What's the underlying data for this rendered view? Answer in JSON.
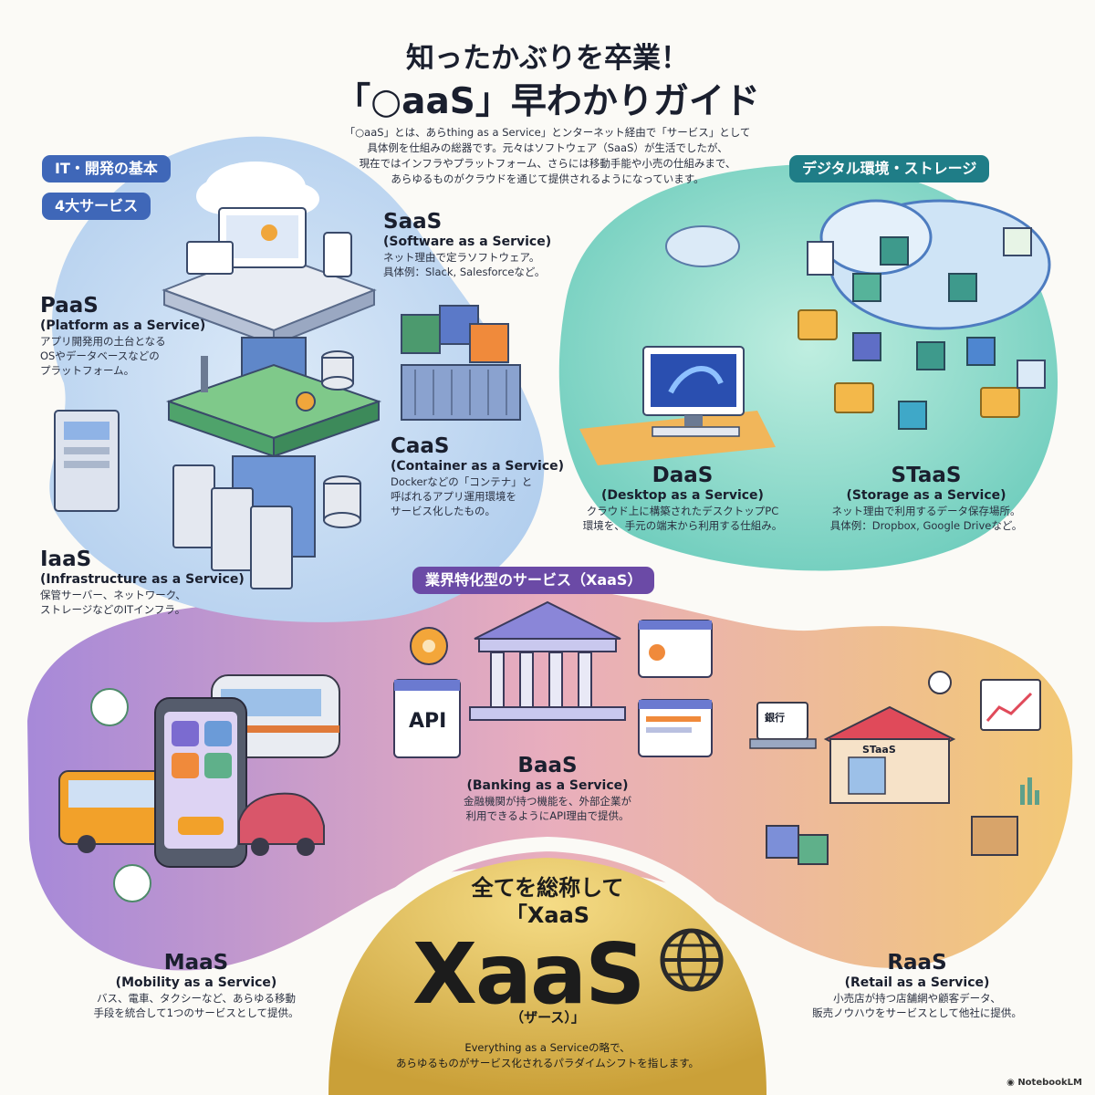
{
  "header": {
    "title_line1": "知ったかぶりを卒業！",
    "title_line2": "「○aaS」早わかりガイド",
    "intro": [
      "「○aaS」とは、あらthing as a Service」とンターネット経由で「サービス」として",
      "具体例を仕組みの総器です。元々はソフトウェア（SaaS）が生活でしたが、",
      "現在ではインフラやプラットフォーム、さらには移動手能や小売の仕組みまで、",
      "あらゆるものがクラウドを通じて提供されるようになっています。"
    ]
  },
  "groups": {
    "it_basics_line1": "IT・開発の基本",
    "it_basics_line2": "4大サービス",
    "digital": "デジタル環境・ストレージ",
    "industry": "業界特化型のサービス（XaaS）"
  },
  "services": {
    "saas": {
      "name": "SaaS",
      "full": "(Software as a Service)",
      "desc": [
        "ネット理由で定ラソフトウェア。",
        "具体例：Slack, Salesforceなど。"
      ]
    },
    "paas": {
      "name": "PaaS",
      "full": "(Platform as a Service)",
      "desc": [
        "アプリ開発用の土台となる",
        "OSやデータベースなどの",
        "プラットフォーム。"
      ]
    },
    "caas": {
      "name": "CaaS",
      "full": "(Container as a Service)",
      "desc": [
        "Dockerなどの「コンテナ」と",
        "呼ばれるアプリ運用環境を",
        "サービス化したもの。"
      ]
    },
    "iaas": {
      "name": "IaaS",
      "full": "(Infrastructure as a Service)",
      "desc": [
        "保管サーバー、ネットワーク、",
        "ストレージなどのITインフラ。"
      ]
    },
    "daas": {
      "name": "DaaS",
      "full": "(Desktop as a Service)",
      "desc": [
        "クラウド上に構築されたデスクトップPC",
        "環境を、手元の端末から利用する仕組み。"
      ]
    },
    "staas": {
      "name": "STaaS",
      "full": "(Storage as a Service)",
      "desc": [
        "ネット理由で利用するデータ保存場所。",
        "具体例：Dropbox, Google Driveなど。"
      ]
    },
    "baas": {
      "name": "BaaS",
      "full": "(Banking as a Service)",
      "desc": [
        "金融機関が持つ機能を、外部企業が",
        "利用できるようにAPI理由で提供。"
      ]
    },
    "maas": {
      "name": "MaaS",
      "full": "(Mobility as a Service)",
      "desc": [
        "バス、電車、タクシーなど、あらゆる移動",
        "手段を統合して1つのサービスとして提供。"
      ]
    },
    "raas": {
      "name": "RaaS",
      "full": "(Retail as a Service)",
      "desc": [
        "小売店が持つ店舗網や顧客データ、",
        "販売ノウハウをサービスとして他社に提供。"
      ]
    }
  },
  "xaas": {
    "heading_line1": "全てを総称して",
    "heading_line2": "「XaaS",
    "big": "XaaS",
    "reading": "（ザース）」",
    "desc": [
      "Everything as a Serviceの略で、",
      "あらゆるものがサービス化されるパラダイムシフトを指します。"
    ]
  },
  "labels": {
    "api": "API",
    "staas_sign": "STaaS",
    "ginko": "銀行"
  },
  "footer": {
    "logo": "NotebookLM"
  },
  "colors": {
    "blue_pill": "#3f67b8",
    "teal_pill": "#1f7d87",
    "purple_pill": "#6b4aa6",
    "gold": "#d7a93a"
  }
}
